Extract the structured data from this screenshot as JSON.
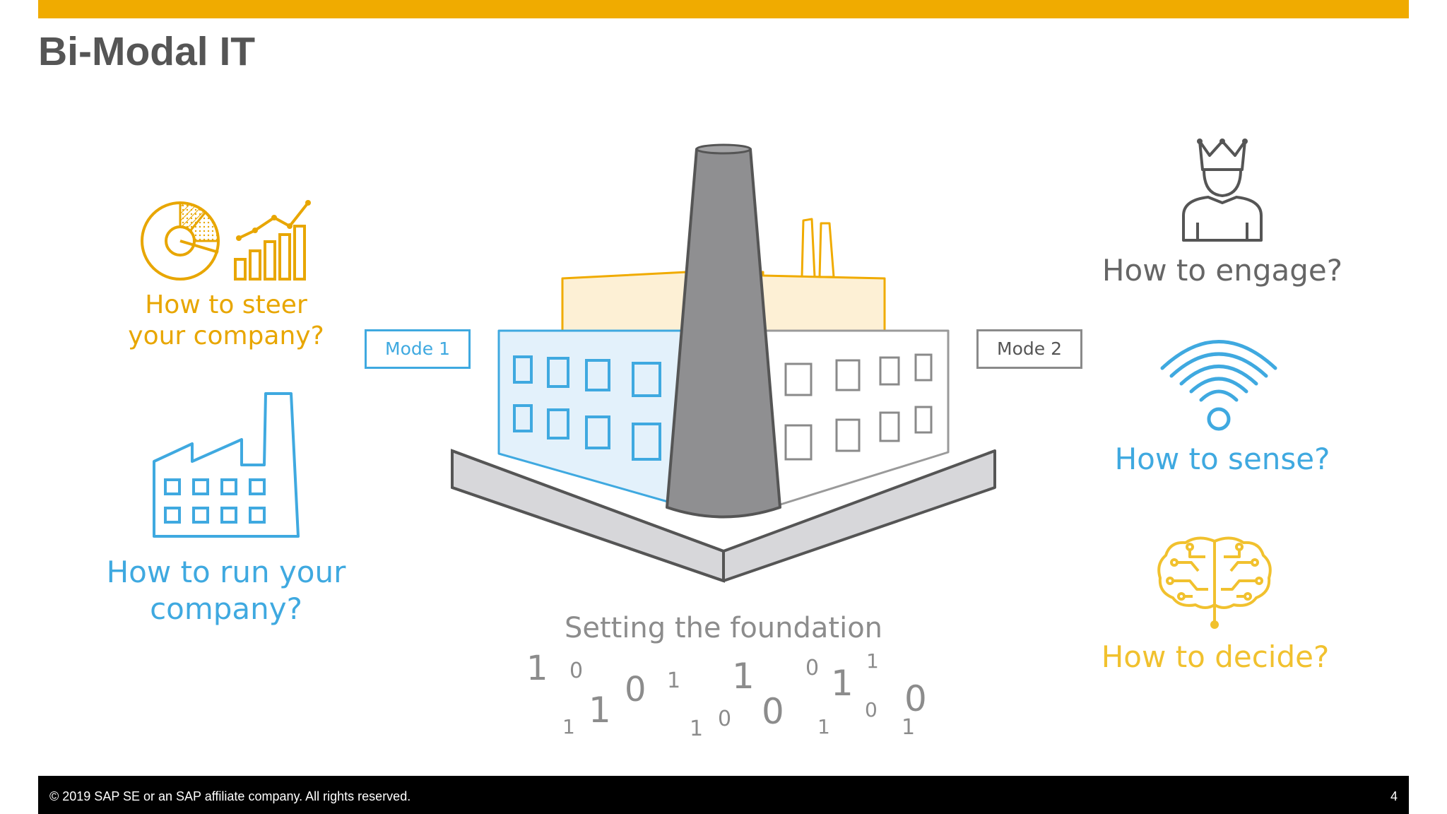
{
  "slide": {
    "title": "Bi-Modal IT",
    "page_number": "4",
    "footer_text": "© 2019 SAP SE or an SAP affiliate company. All rights reserved."
  },
  "left": {
    "steer_line1": "How to steer",
    "steer_line2": "your company?",
    "run_line1": "How to run your",
    "run_line2": "company?"
  },
  "center": {
    "mode1": "Mode 1",
    "mode2": "Mode 2",
    "foundation": "Setting the foundation",
    "binary": [
      {
        "char": "1",
        "size": 48
      },
      {
        "char": "0",
        "size": 30
      },
      {
        "char": "1",
        "size": 28
      },
      {
        "char": "1",
        "size": 50
      },
      {
        "char": "0",
        "size": 48
      },
      {
        "char": "1",
        "size": 30
      },
      {
        "char": "1",
        "size": 30
      },
      {
        "char": "0",
        "size": 30
      },
      {
        "char": "1",
        "size": 50
      },
      {
        "char": "0",
        "size": 50
      },
      {
        "char": "0",
        "size": 30
      },
      {
        "char": "1",
        "size": 28
      },
      {
        "char": "1",
        "size": 50
      },
      {
        "char": "1",
        "size": 28
      },
      {
        "char": "0",
        "size": 28
      },
      {
        "char": "1",
        "size": 30
      },
      {
        "char": "0",
        "size": 50
      }
    ]
  },
  "right": {
    "engage": "How to engage?",
    "sense": "How to sense?",
    "decide": "How to decide?"
  },
  "colors": {
    "accent_yellow": "#f0ab00",
    "yellow_text": "#e8a600",
    "blue": "#3fa9e0",
    "gray_text": "#666666",
    "light_yellow": "#f1c12e"
  },
  "icons": [
    "pie-chart-icon",
    "bar-line-chart-icon",
    "factory-icon",
    "user-crown-icon",
    "wifi-signal-icon",
    "brain-circuit-icon",
    "factory-building-illustration"
  ]
}
